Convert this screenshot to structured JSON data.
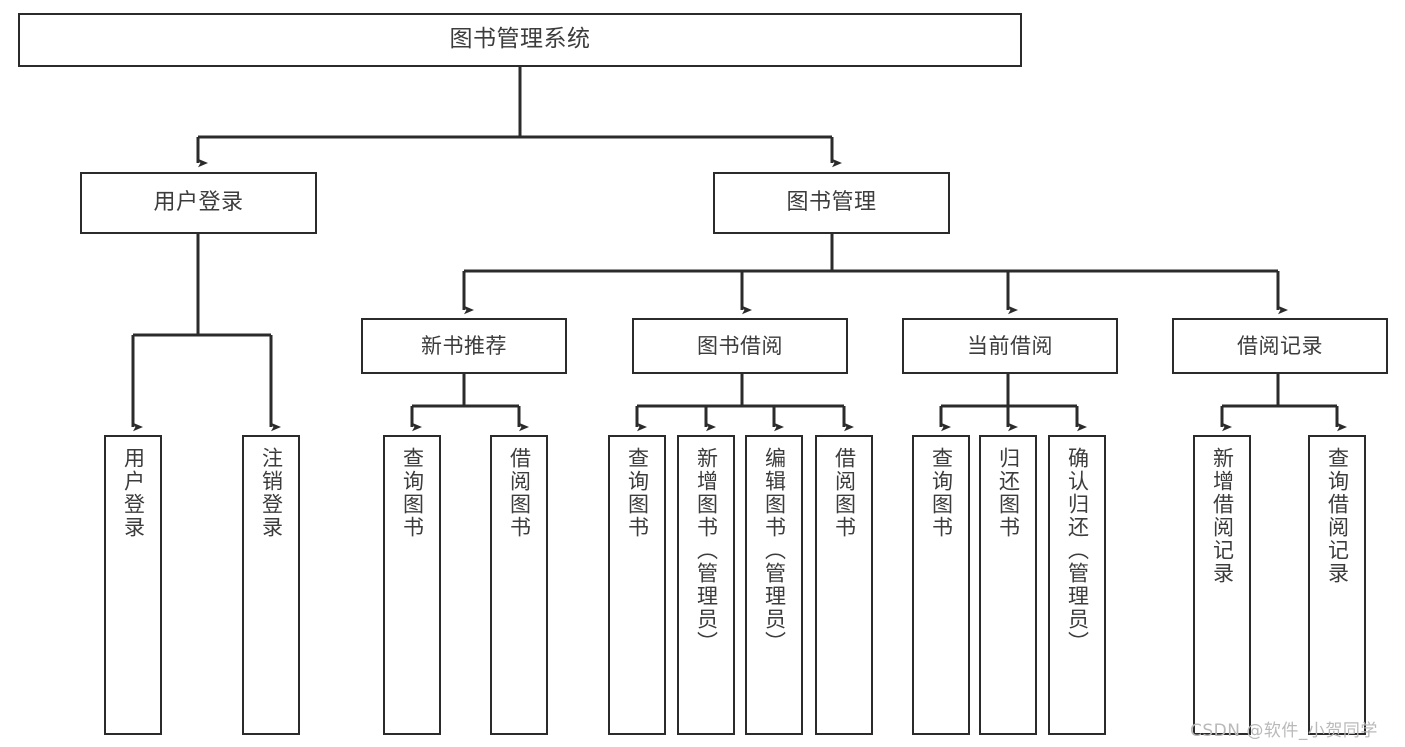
{
  "diagram": {
    "type": "tree-hierarchy",
    "title": "图书管理系统",
    "watermark": "CSDN @软件_小贺同学",
    "colors": {
      "box_border": "#2b2b2b",
      "box_fill": "#ffffff",
      "connector": "#2b2b2b",
      "text": "#3c3c3c",
      "watermark": "#b9b9b9",
      "background": "#ffffff"
    },
    "nodes": {
      "root": {
        "label": "图书管理系统",
        "level": 0,
        "orientation": "horizontal"
      },
      "l1_user_login": {
        "label": "用户登录",
        "level": 1,
        "orientation": "horizontal"
      },
      "l1_book_mgmt": {
        "label": "图书管理",
        "level": 1,
        "orientation": "horizontal"
      },
      "l2_new_book_rec": {
        "label": "新书推荐",
        "level": 2,
        "orientation": "horizontal"
      },
      "l2_book_borrow": {
        "label": "图书借阅",
        "level": 2,
        "orientation": "horizontal"
      },
      "l2_current_borrow": {
        "label": "当前借阅",
        "level": 2,
        "orientation": "horizontal"
      },
      "l2_borrow_record": {
        "label": "借阅记录",
        "level": 2,
        "orientation": "horizontal"
      },
      "leaf_user_login": {
        "label": "用户登录",
        "level": 3,
        "orientation": "vertical"
      },
      "leaf_logout": {
        "label": "注销登录",
        "level": 3,
        "orientation": "vertical"
      },
      "leaf_query_book_1": {
        "label": "查询图书",
        "level": 3,
        "orientation": "vertical"
      },
      "leaf_borrow_book_1": {
        "label": "借阅图书",
        "level": 3,
        "orientation": "vertical"
      },
      "leaf_query_book_2": {
        "label": "查询图书",
        "level": 3,
        "orientation": "vertical"
      },
      "leaf_add_book": {
        "label": "新增图书（管理员）",
        "level": 3,
        "orientation": "vertical"
      },
      "leaf_edit_book": {
        "label": "编辑图书（管理员）",
        "level": 3,
        "orientation": "vertical"
      },
      "leaf_borrow_book_2": {
        "label": "借阅图书",
        "level": 3,
        "orientation": "vertical"
      },
      "leaf_query_book_3": {
        "label": "查询图书",
        "level": 3,
        "orientation": "vertical"
      },
      "leaf_return_book": {
        "label": "归还图书",
        "level": 3,
        "orientation": "vertical"
      },
      "leaf_confirm_return": {
        "label": "确认归还（管理员）",
        "level": 3,
        "orientation": "vertical"
      },
      "leaf_add_record": {
        "label": "新增借阅记录",
        "level": 3,
        "orientation": "vertical"
      },
      "leaf_query_record": {
        "label": "查询借阅记录",
        "level": 3,
        "orientation": "vertical"
      }
    },
    "edges": [
      {
        "from": "root",
        "to": "l1_user_login"
      },
      {
        "from": "root",
        "to": "l1_book_mgmt"
      },
      {
        "from": "l1_user_login",
        "to": "leaf_user_login"
      },
      {
        "from": "l1_user_login",
        "to": "leaf_logout"
      },
      {
        "from": "l1_book_mgmt",
        "to": "l2_new_book_rec"
      },
      {
        "from": "l1_book_mgmt",
        "to": "l2_book_borrow"
      },
      {
        "from": "l1_book_mgmt",
        "to": "l2_current_borrow"
      },
      {
        "from": "l1_book_mgmt",
        "to": "l2_borrow_record"
      },
      {
        "from": "l2_new_book_rec",
        "to": "leaf_query_book_1"
      },
      {
        "from": "l2_new_book_rec",
        "to": "leaf_borrow_book_1"
      },
      {
        "from": "l2_book_borrow",
        "to": "leaf_query_book_2"
      },
      {
        "from": "l2_book_borrow",
        "to": "leaf_add_book"
      },
      {
        "from": "l2_book_borrow",
        "to": "leaf_edit_book"
      },
      {
        "from": "l2_book_borrow",
        "to": "leaf_borrow_book_2"
      },
      {
        "from": "l2_current_borrow",
        "to": "leaf_query_book_3"
      },
      {
        "from": "l2_current_borrow",
        "to": "leaf_return_book"
      },
      {
        "from": "l2_current_borrow",
        "to": "leaf_confirm_return"
      },
      {
        "from": "l2_borrow_record",
        "to": "leaf_add_record"
      },
      {
        "from": "l2_borrow_record",
        "to": "leaf_query_record"
      }
    ]
  }
}
